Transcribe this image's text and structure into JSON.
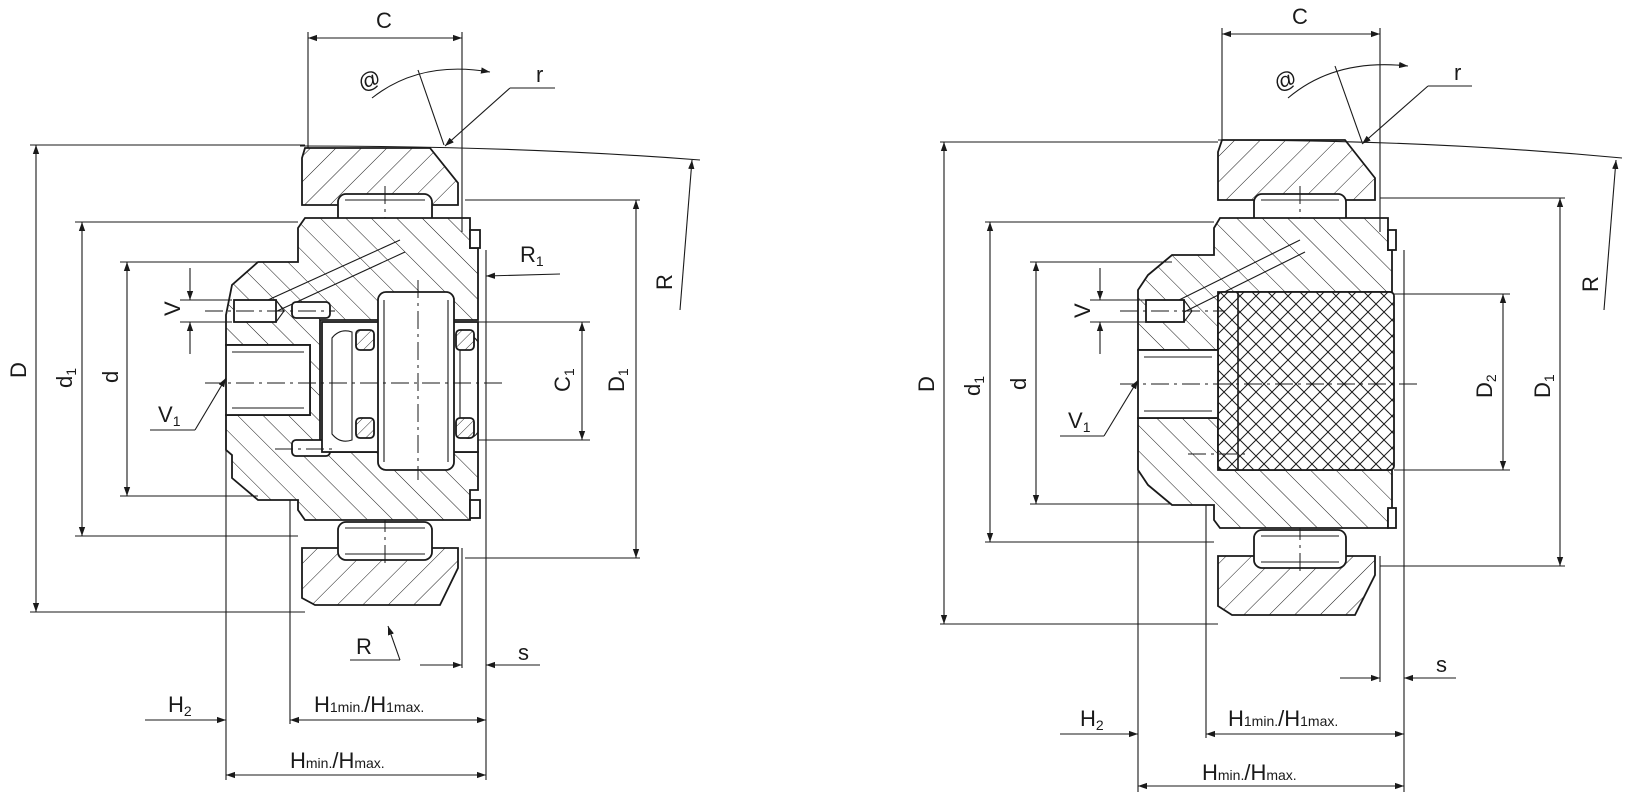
{
  "left_view": {
    "labels": {
      "C": "C",
      "r": "r",
      "D": "D",
      "d1": "d",
      "d1_sub": "1",
      "d": "d",
      "D1": "D",
      "D1_sub": "1",
      "V": "V",
      "V1": "V",
      "V1_sub": "1",
      "C1": "C",
      "C1_sub": "1",
      "R1": "R",
      "R1_sub": "1",
      "R_arc": "R",
      "R": "R",
      "s": "s",
      "H2": "H",
      "H2_sub": "2",
      "H1": "H",
      "H1_min": "1min.",
      "H1_sep": "/H",
      "H1_max": "1max.",
      "H": "H",
      "H_min": "min.",
      "H_sep": "/H",
      "H_max": "max."
    }
  },
  "right_view": {
    "labels": {
      "C": "C",
      "r": "r",
      "D": "D",
      "d1": "d",
      "d1_sub": "1",
      "d": "d",
      "D1": "D",
      "D1_sub": "1",
      "D2": "D",
      "D2_sub": "2",
      "V": "V",
      "V1": "V",
      "V1_sub": "1",
      "R_arc": "R",
      "s": "s",
      "H2": "H",
      "H2_sub": "2",
      "H1": "H",
      "H1_min": "1min.",
      "H1_sep": "/H",
      "H1_max": "1max.",
      "H": "H",
      "H_min": "min.",
      "H_sep": "/H",
      "H_max": "max."
    }
  }
}
